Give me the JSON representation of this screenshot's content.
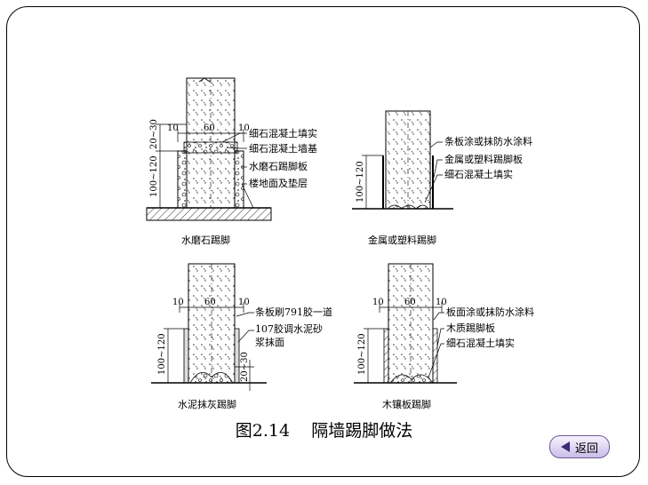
{
  "figure_title": "图2.14    隔墙踢脚做法",
  "back_button": "返回",
  "panels": {
    "terrazzo": {
      "caption": "水磨石踢脚",
      "labels": [
        "细石混凝土填实",
        "细石混凝土墙基",
        "水磨石踢脚板",
        "楼地面及垫层"
      ],
      "dims": {
        "left": "10",
        "center": "60",
        "right": "10",
        "top_h": "20~30",
        "side_h": "100~120"
      }
    },
    "metal_plastic": {
      "caption": "金属或塑料踢脚",
      "labels": [
        "条板涂或抹防水涂料",
        "金属或塑料踢脚板",
        "细石混凝土填实"
      ],
      "dims": {
        "side_h": "100~120"
      }
    },
    "cement_plaster": {
      "caption": "水泥抹灰踢脚",
      "labels": [
        "条板刷791胶一道",
        "107胶调水泥砂",
        "浆抹面"
      ],
      "dims": {
        "left": "10",
        "center": "60",
        "right": "10",
        "side_h": "100~120",
        "bottom_h": "20~30"
      }
    },
    "wood": {
      "caption": "木镶板踢脚",
      "labels": [
        "板面涂或抹防水涂料",
        "木质踢脚板",
        "细石混凝土填实"
      ],
      "dims": {
        "left": "10",
        "center": "60",
        "right": "10",
        "side_h": "100~120"
      }
    }
  }
}
